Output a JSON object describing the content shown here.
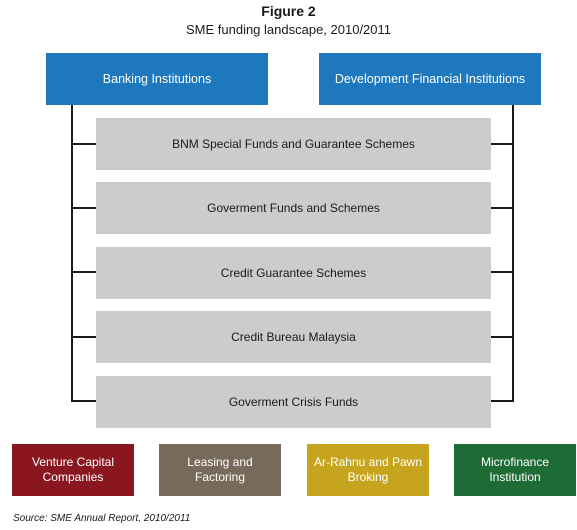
{
  "figure": {
    "label": "Figure 2",
    "title": "SME funding landscape, 2010/2011"
  },
  "top_boxes": [
    {
      "label": "Banking Institutions",
      "color": "#1e78bd"
    },
    {
      "label": "Development Financial Institutions",
      "color": "#1e78bd"
    }
  ],
  "middle_boxes": [
    {
      "label": "BNM Special Funds and Guarantee Schemes"
    },
    {
      "label": "Goverment Funds and Schemes"
    },
    {
      "label": "Credit Guarantee Schemes"
    },
    {
      "label": "Credit Bureau Malaysia"
    },
    {
      "label": "Goverment Crisis Funds"
    }
  ],
  "bottom_boxes": [
    {
      "label": "Venture Capital Companies",
      "color": "#8a1620"
    },
    {
      "label": "Leasing and Factoring",
      "color": "#786a5b"
    },
    {
      "label": "Ar-Rahnu and Pawn Broking",
      "color": "#c7a41d"
    },
    {
      "label": "Microfinance Institution",
      "color": "#1f6b36"
    }
  ],
  "source": "Source: SME Annual Report, 2010/2011"
}
